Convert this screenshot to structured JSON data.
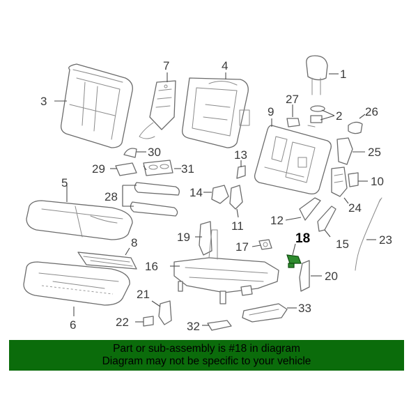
{
  "highlighted_part": "18",
  "callouts": [
    "1",
    "2",
    "3",
    "4",
    "5",
    "6",
    "7",
    "8",
    "9",
    "10",
    "11",
    "12",
    "13",
    "14",
    "15",
    "16",
    "17",
    "18",
    "19",
    "20",
    "21",
    "22",
    "23",
    "24",
    "25",
    "26",
    "27",
    "28",
    "29",
    "30",
    "31",
    "32",
    "33"
  ],
  "banner": {
    "line1": "Part or sub-assembly is #18 in diagram",
    "line2": "Diagram may not be specific to your vehicle"
  },
  "colors": {
    "banner_bg": "#0b6c0b",
    "highlight_part": "#2e8b2e"
  }
}
